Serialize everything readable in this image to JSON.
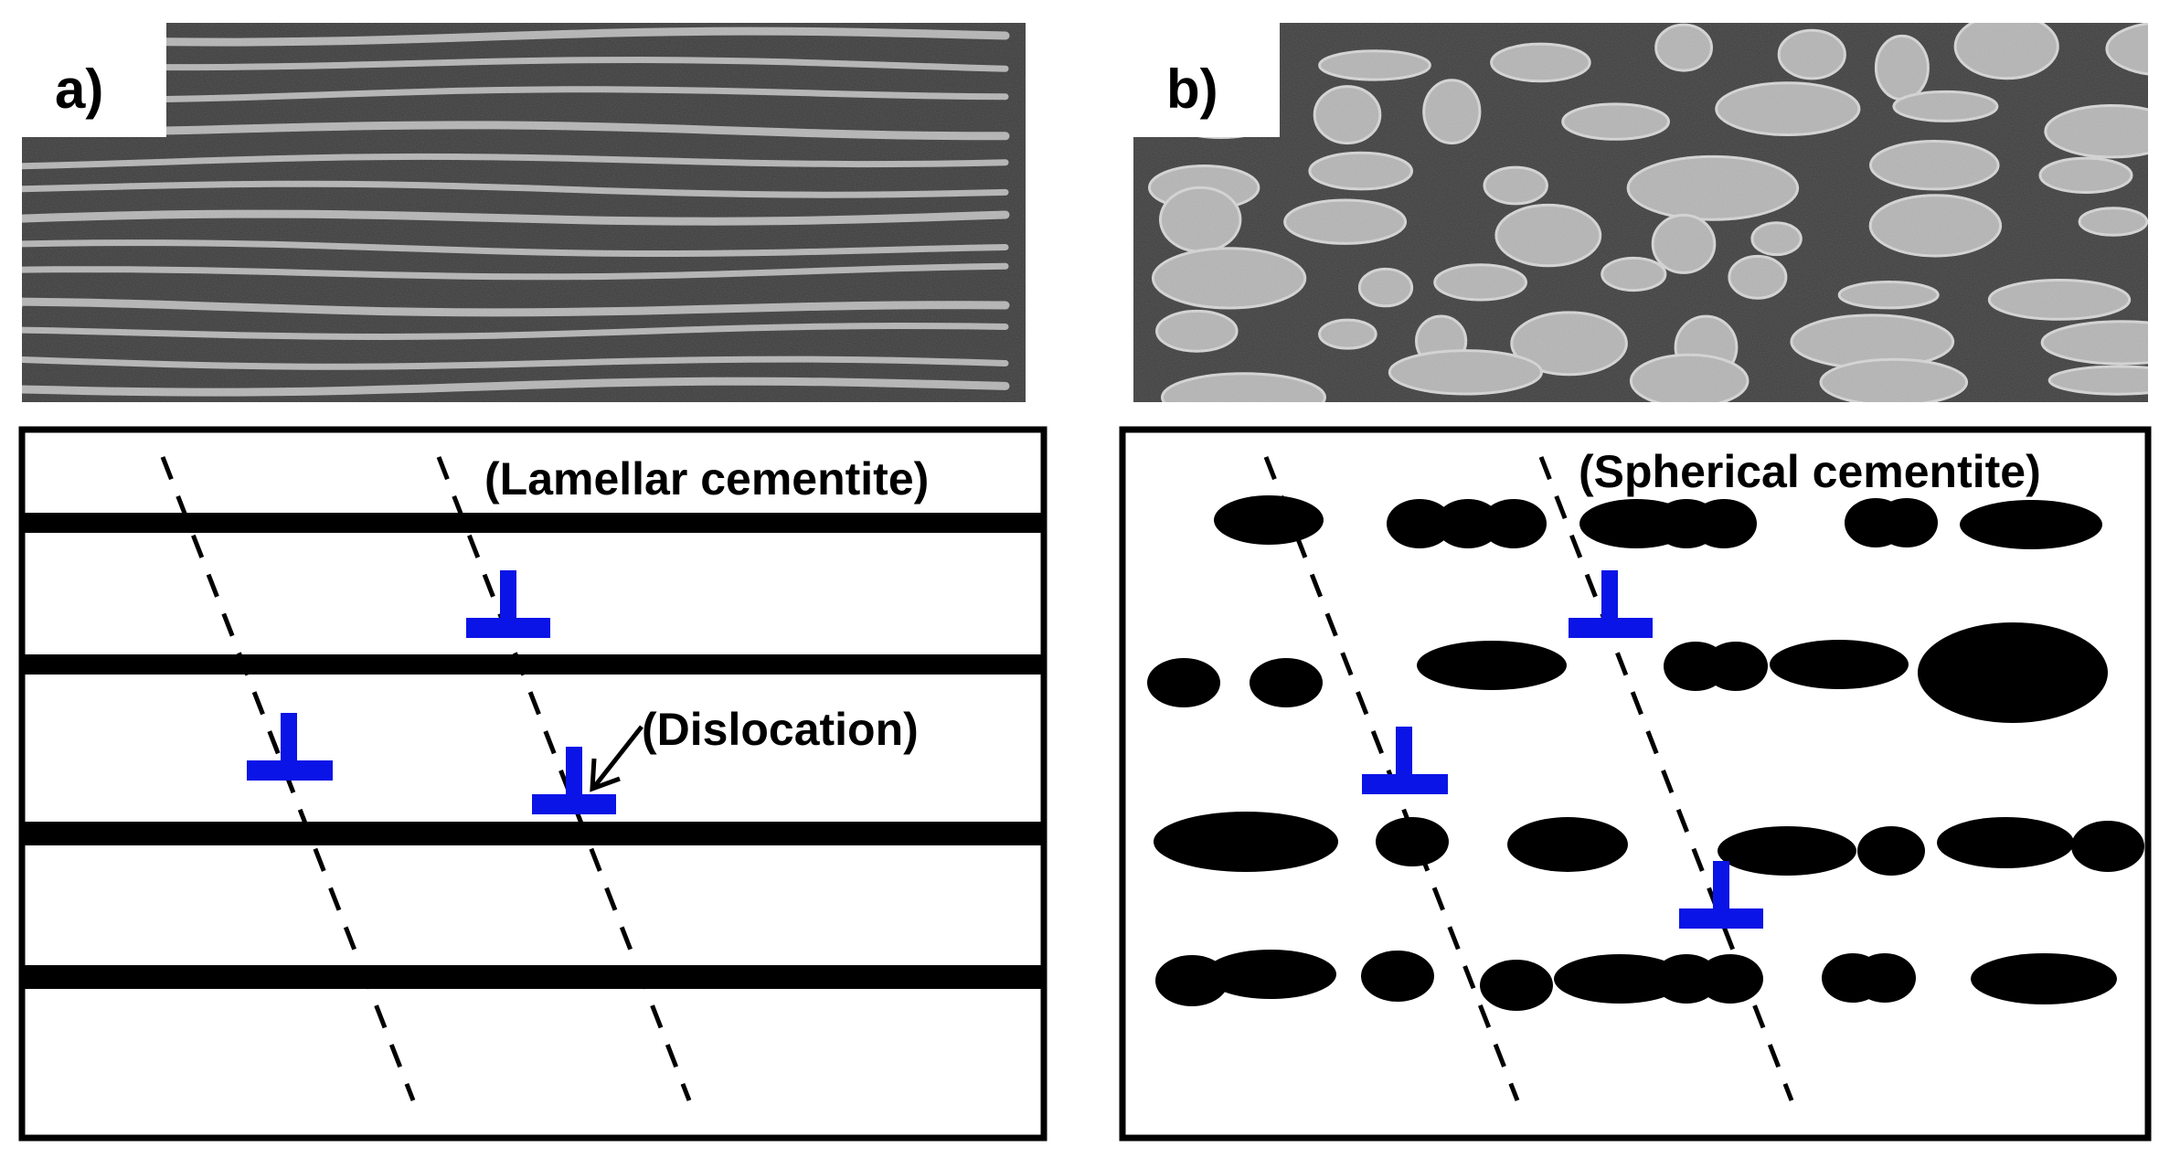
{
  "panel_a": {
    "label": "a)",
    "sem_image": "sem-lamellar-micrograph",
    "cementite_label": "(Lamellar cementite)",
    "dislocation_label": "(Dislocation)"
  },
  "panel_b": {
    "label": "b)",
    "sem_image": "sem-spherical-micrograph",
    "cementite_label": "(Spherical cementite)"
  },
  "colors": {
    "dislocation": "#0a14e6",
    "cementite": "#000000",
    "sem_background": "#3c3c3c",
    "sem_highlight": "#c8c8c8"
  },
  "icons": {
    "dislocation_symbol": "edge-dislocation-icon",
    "slip_line": "dashed-slip-line"
  }
}
